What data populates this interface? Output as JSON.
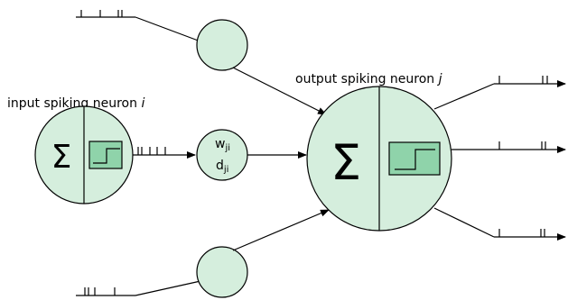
{
  "diagram": {
    "input_neuron_label": "input spiking neuron",
    "input_neuron_index": "i",
    "output_neuron_label": "output spiking neuron",
    "output_neuron_index": "j",
    "sum_symbol": "Σ",
    "synapse_weight": "w",
    "synapse_weight_sub": "ji",
    "synapse_delay": "d",
    "synapse_delay_sub": "ji"
  },
  "colors": {
    "neuron_fill": "#d5eedd",
    "box_fill": "#8fd3aa",
    "stroke": "#000000"
  }
}
